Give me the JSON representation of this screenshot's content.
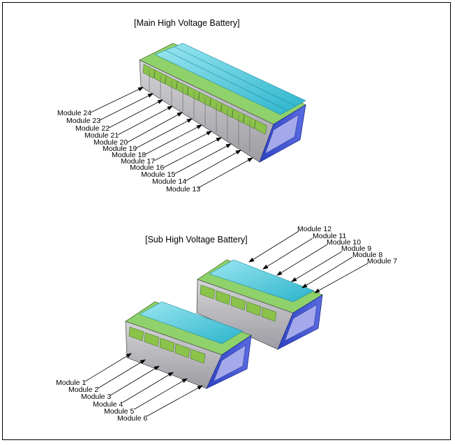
{
  "main": {
    "title": "[Main High Voltage Battery]",
    "labels": [
      "Module 24",
      "Module 23",
      "Module 22",
      "Module 21",
      "Module 20",
      "Module 19",
      "Module 18",
      "Module 17",
      "Module 16",
      "Module 15",
      "Module 14",
      "Module 13"
    ]
  },
  "sub": {
    "title": "[Sub High Voltage Battery]",
    "rear_labels": [
      "Module 12",
      "Module 11",
      "Module 10",
      "Module 9",
      "Module 8",
      "Module 7"
    ],
    "front_labels": [
      "Module 1",
      "Module 2",
      "Module 3",
      "Module 4",
      "Module 5",
      "Module 6"
    ]
  },
  "colors": {
    "cell_top": "#3fc4d8",
    "cell_top_light": "#7fdde9",
    "board_green": "#7cb342",
    "casing_grey": "#b8b8bc",
    "end_plate": "#3a4fd0",
    "end_panel": "#9aa2e6"
  }
}
